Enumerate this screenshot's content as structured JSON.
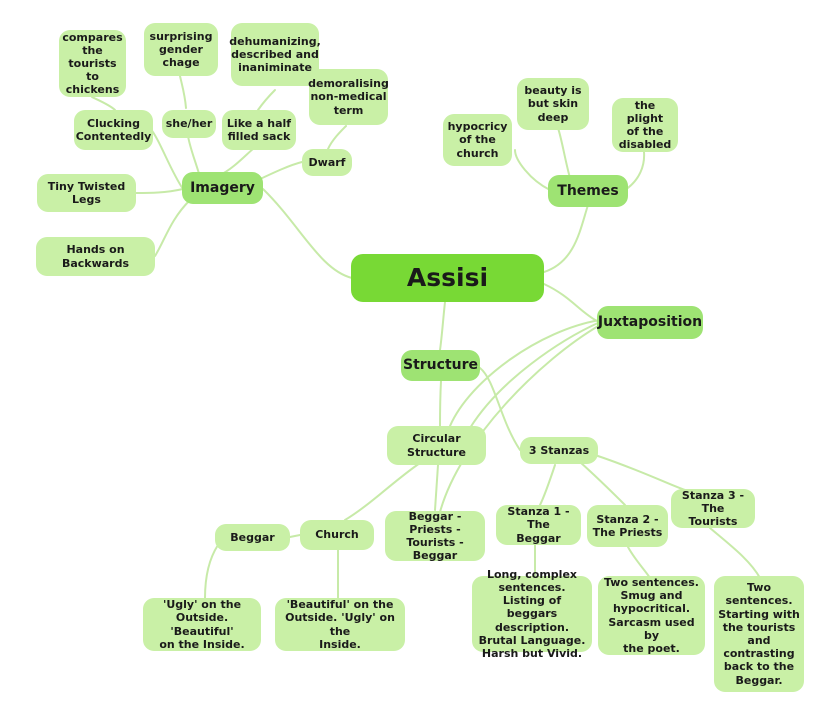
{
  "root": {
    "label": "Assisi"
  },
  "imagery": {
    "label": "Imagery",
    "compares": "compares\nthe\ntourists to\nchickens",
    "gender": "surprising\ngender\nchage",
    "dehumanizing": "dehumanizing,\ndescribed and\ninaniminate",
    "demoralising": "demoralising\nnon-medical\nterm",
    "clucking": "Clucking\nContentedly",
    "sheher": "she/her",
    "sack": "Like a half\nfilled sack",
    "dwarf": "Dwarf",
    "legs": "Tiny Twisted\nLegs",
    "hands": "Hands on\nBackwards"
  },
  "themes": {
    "label": "Themes",
    "beauty": "beauty is\nbut skin\ndeep",
    "hypocrisy": "hypocricy\nof the\nchurch",
    "plight": "the plight\nof the\ndisabled"
  },
  "juxtaposition": {
    "label": "Juxtaposition"
  },
  "structure": {
    "label": "Structure",
    "circular": "Circular\nStructure",
    "stanzas": "3 Stanzas",
    "stanza1": "Stanza 1 - The\nBeggar",
    "stanza2": "Stanza 2 -\nThe Priests",
    "stanza3": "Stanza 3 - The\nTourists",
    "beggar": "Beggar",
    "church": "Church",
    "bpt": "Beggar - Priests -\nTourists -\nBeggar",
    "ugly": "'Ugly' on the\nOutside. 'Beautiful'\non the Inside.",
    "beautiful": "'Beautiful' on the\nOutside. 'Ugly' on the\nInside.",
    "s1detail": "Long, complex\nsentences. Listing of\nbeggars description.\nBrutal Language.\nHarsh but Vivid.",
    "s2detail": "Two sentences.\nSmug and\nhypocritical.\nSarcasm used by\nthe poet.",
    "s3detail": "Two\nsentences.\nStarting with\nthe tourists\nand\ncontrasting\nback to the\nBeggar."
  },
  "colors": {
    "root": "#78d935",
    "main": "#9ee373",
    "leaf": "#c9f0a6",
    "link": "#c7eaa8"
  }
}
